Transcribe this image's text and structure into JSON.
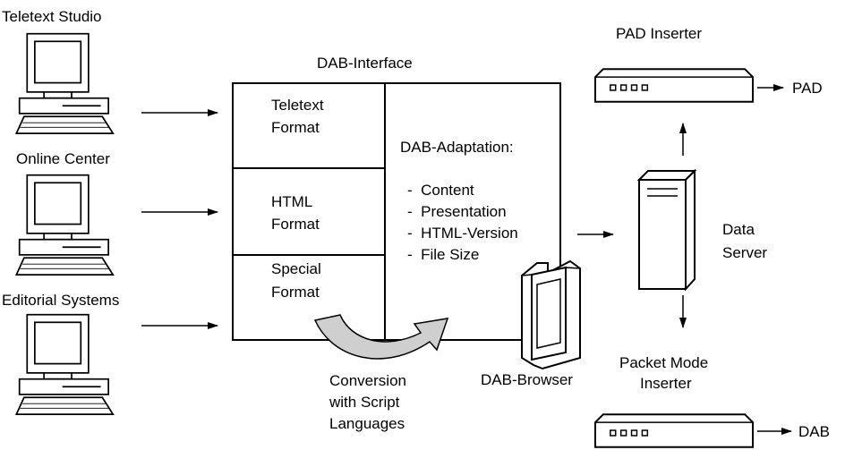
{
  "sources": [
    {
      "label": "Teletext Studio"
    },
    {
      "label": "Online Center"
    },
    {
      "label": "Editorial Systems"
    }
  ],
  "interface": {
    "title": "DAB-Interface",
    "formats": [
      {
        "line1": "Teletext",
        "line2": "Format"
      },
      {
        "line1": "HTML",
        "line2": "Format"
      },
      {
        "line1": "Special",
        "line2": "Format"
      }
    ],
    "adaptation": {
      "heading": "DAB-Adaptation:",
      "items": [
        "-  Content",
        "-  Presentation",
        "-  HTML-Version",
        "-  File Size"
      ]
    }
  },
  "conversion": {
    "line1": "Conversion",
    "line2": "with Script",
    "line3": "Languages"
  },
  "browser": {
    "label": "DAB-Browser"
  },
  "server": {
    "line1": "Data",
    "line2": "Server"
  },
  "pad_inserter": {
    "title": "PAD Inserter",
    "output": "PAD"
  },
  "packet_inserter": {
    "line1": "Packet Mode",
    "line2": "Inserter",
    "output": "DAB"
  }
}
